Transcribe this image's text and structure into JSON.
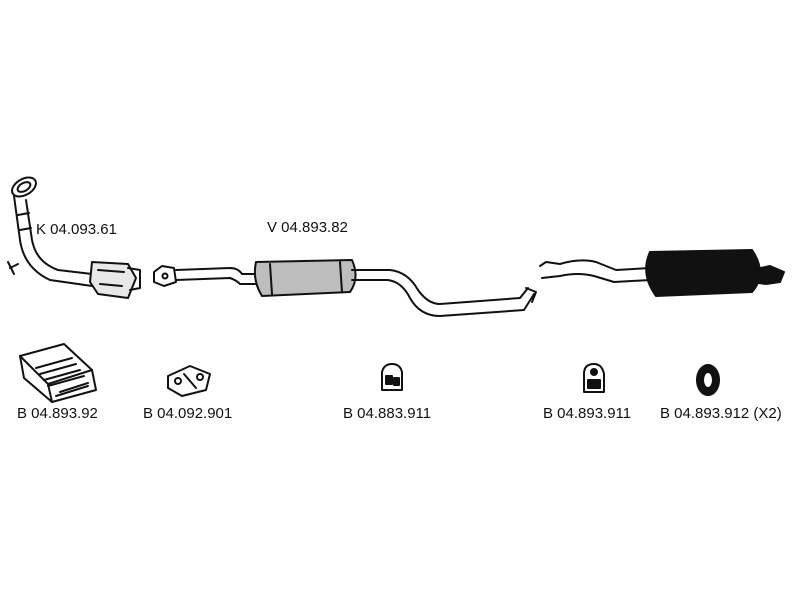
{
  "parts": {
    "catalytic_converter": {
      "code": "K 04.093.61"
    },
    "middle_section": {
      "code": "V 04.893.82"
    },
    "fitting_kit": {
      "code": "B 04.893.92"
    },
    "gasket": {
      "code": "B 04.092.901"
    },
    "rubber_mount_a": {
      "code": "B 04.883.911"
    },
    "rubber_mount_b": {
      "code": "B 04.893.911"
    },
    "rubber_ring": {
      "code": "B 04.893.912",
      "quantity": "(X2)"
    }
  }
}
